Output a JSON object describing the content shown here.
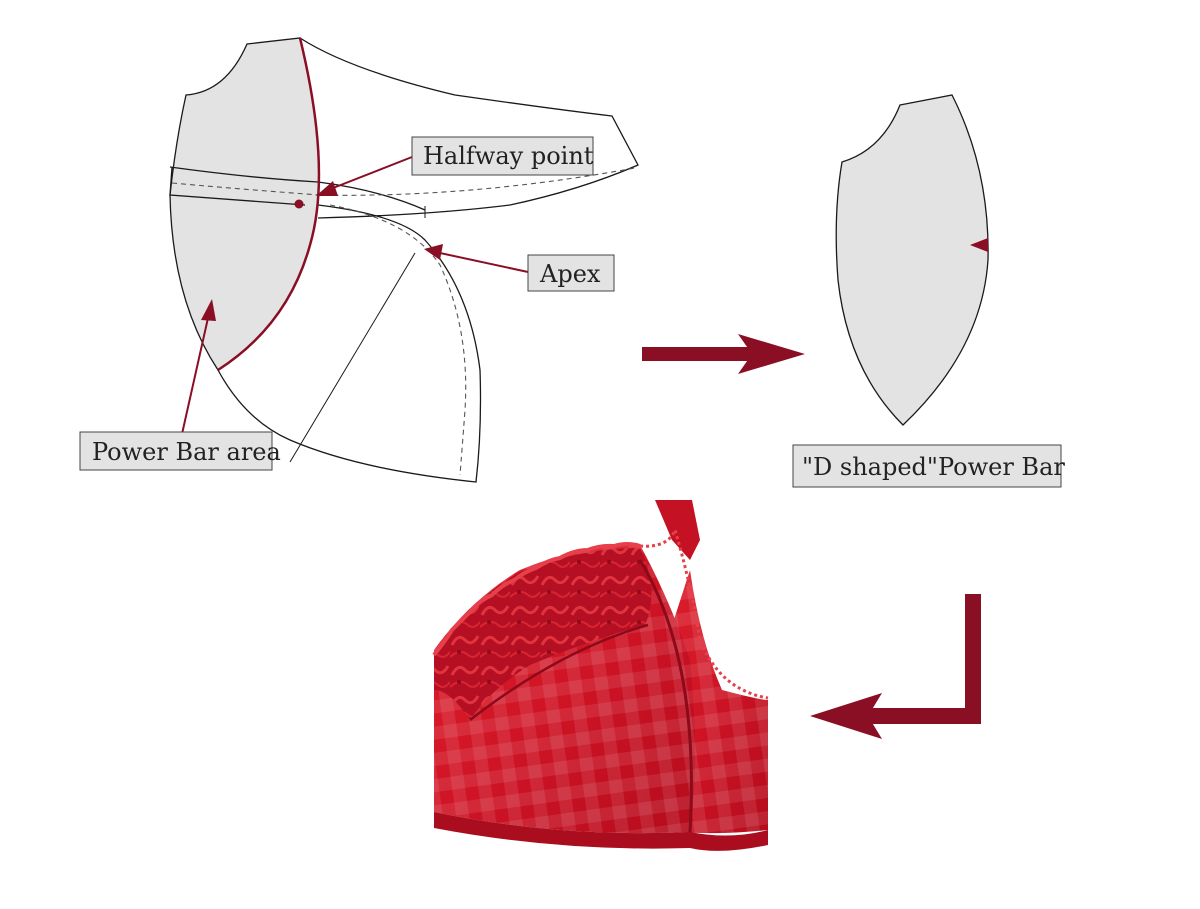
{
  "labels": {
    "halfway_point": "Halfway point",
    "apex": "Apex",
    "power_bar_area": "Power Bar area",
    "d_shaped_power_bar": "\"D shaped\"Power Bar"
  },
  "colors": {
    "accent": "#8a0e24",
    "fabric_gray": "#e3e3e3",
    "garment_red": "#d5182a"
  }
}
